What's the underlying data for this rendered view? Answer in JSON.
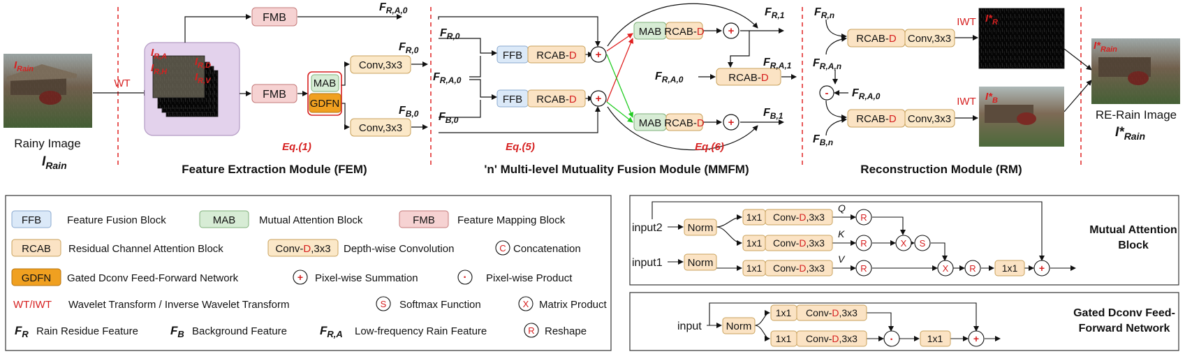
{
  "colors": {
    "ffb": "#dbe9f8",
    "mab": "#d7ecd5",
    "fmb": "#f6d2d2",
    "rcab": "#fbe3c4",
    "gdfn": "#f0a020",
    "conv": "#fbe8c8",
    "accent_red": "#d62020",
    "fem_panel": "#e3d2ec",
    "edge": "#c9a25c"
  },
  "fem": {
    "wt": "WT",
    "rainy_caption": "Rainy Image",
    "i_rain": "I",
    "i_rain_sub": "Rain",
    "overlay_label": "I",
    "overlay_sub": "Rain",
    "ira": "I",
    "ira_sub": "R,A",
    "irh": "I",
    "irh_sub": "R,H",
    "ird": "I",
    "ird_sub": "R,D",
    "irv": "I",
    "irv_sub": "R,V",
    "fmb": "FMB",
    "mab": "MAB",
    "gdfn": "GDFN",
    "conv": "Conv,3x3",
    "fra0": "F",
    "fra0_sub": "R,A,0",
    "fr0": "F",
    "fr0_sub": "R,0",
    "fb0": "F",
    "fb0_sub": "B,0",
    "eq": "Eq.(1)",
    "title": "Feature Extraction Module (FEM)"
  },
  "mmfm": {
    "fr0": "F",
    "fr0_sub": "R,0",
    "fra0": "F",
    "fra0_sub": "R,A,0",
    "fb0": "F",
    "fb0_sub": "B,0",
    "ffb": "FFB",
    "rcab_pre": "RCAB-",
    "rcab_d": "D",
    "mab": "MAB",
    "plus": "+",
    "fr1": "F",
    "fr1_sub": "R,1",
    "fra1": "F",
    "fra1_sub": "R,A,1",
    "fra0b": "F",
    "fra0b_sub": "R,A,0",
    "fb1": "F",
    "fb1_sub": "B,1",
    "eq5": "Eq.(5)",
    "eq6": "Eq.(6)",
    "title": "'n'  Multi-level Mutuality Fusion Module (MMFM)"
  },
  "rm": {
    "frn": "F",
    "frn_sub": "R,n",
    "fran": "F",
    "fran_sub": "R,A,n",
    "fra0": "F",
    "fra0_sub": "R,A,0",
    "fbn": "F",
    "fbn_sub": "B,n",
    "minus": "-",
    "conv": "Conv,3x3",
    "iwt": "IWT",
    "ir_star": "I*",
    "ir_star_sub": "R",
    "ib_star": "I*",
    "ib_star_sub": "B",
    "irain_star_top": "I*",
    "irain_star_top_sub": "Rain",
    "title": "Reconstruction Module (RM)",
    "output_caption": "RE-Rain Image",
    "output_label": "I*",
    "output_sub": "Rain"
  },
  "legend": {
    "ffb": "FFB",
    "ffb_desc": "Feature Fusion Block",
    "mab": "MAB",
    "mab_desc": "Mutual Attention Block",
    "fmb": "FMB",
    "fmb_desc": "Feature Mapping Block",
    "rcab": "RCAB",
    "rcab_desc": "Residual Channel Attention Block",
    "conv_pre": "Conv-",
    "conv_d": "D",
    "conv_post": ",3x3",
    "conv_desc": "Depth-wise Convolution",
    "concat_sym": "C",
    "concat_desc": "Concatenation",
    "gdfn": "GDFN",
    "gdfn_desc": "Gated Dconv Feed-Forward Network",
    "sum_sym": "+",
    "sum_desc": "Pixel-wise Summation",
    "prod_sym": "·",
    "prod_desc": "Pixel-wise Product",
    "wt": "WT/IWT",
    "wt_desc": "Wavelet Transform / Inverse Wavelet Transform",
    "soft_sym": "S",
    "soft_desc": "Softmax Function",
    "mat_sym": "X",
    "mat_desc": "Matrix Product",
    "fr": "F",
    "fr_sub": "R",
    "fr_desc": "Rain Residue Feature",
    "fb": "F",
    "fb_sub": "B",
    "fb_desc": "Background Feature",
    "fra": "F",
    "fra_sub": "R,A",
    "fra_desc": "Low-frequency Rain Feature",
    "reshape_sym": "R",
    "reshape_desc": "Reshape"
  },
  "mab_detail": {
    "input2": "input2",
    "input1": "input1",
    "norm": "Norm",
    "one": "1x1",
    "conv_pre": "Conv-",
    "conv_d": "D",
    "conv_post": ",3x3",
    "q": "Q",
    "k": "K",
    "v": "V",
    "r": "R",
    "x": "X",
    "s": "S",
    "plus": "+",
    "title_l1": "Mutual Attention",
    "title_l2": "Block"
  },
  "gdfn_detail": {
    "input": "input",
    "norm": "Norm",
    "one": "1x1",
    "conv_pre": "Conv-",
    "conv_d": "D",
    "conv_post": ",3x3",
    "dot": "·",
    "plus": "+",
    "title_l1": "Gated Dconv Feed-",
    "title_l2": "Forward Network"
  }
}
